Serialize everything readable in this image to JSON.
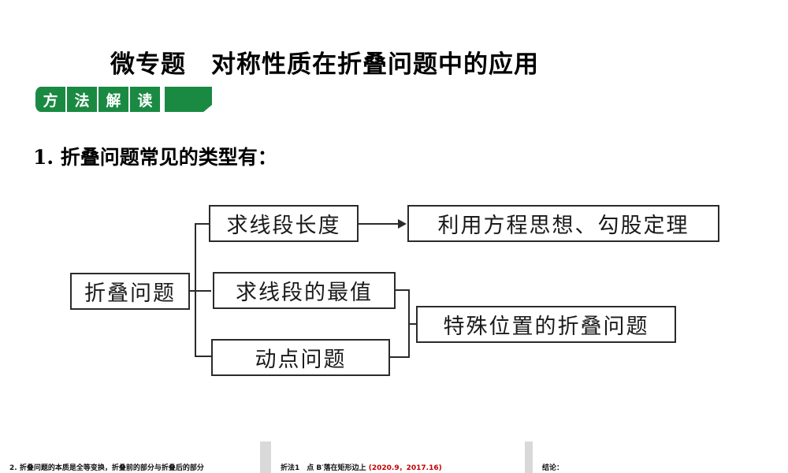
{
  "slide": {
    "title": "微专题　对称性质在折叠问题中的应用",
    "badge": {
      "char1": "方",
      "char2": "法",
      "char3": "解",
      "char4": "读",
      "color": "#1a8a42"
    },
    "heading_1": "1. 折叠问题常见的类型有："
  },
  "flowchart": {
    "root": "折叠问题",
    "branch_1": "求线段长度",
    "branch_2": "求线段的最值",
    "branch_3": "动点问题",
    "result_1": "利用方程思想、勾股定理",
    "result_2": "特殊位置的折叠问题"
  },
  "bottom_strip": {
    "left_panel": {
      "text": "2. 折叠问题的本质是全等变换，折叠前的部分与折叠后的部分"
    },
    "mid_panel": {
      "label": "折法1　点 B′落在矩形边上 ",
      "refs": "(2020.9，2017.16)",
      "ref_color": "#c00000"
    },
    "right_panel": {
      "text": "结论："
    }
  }
}
